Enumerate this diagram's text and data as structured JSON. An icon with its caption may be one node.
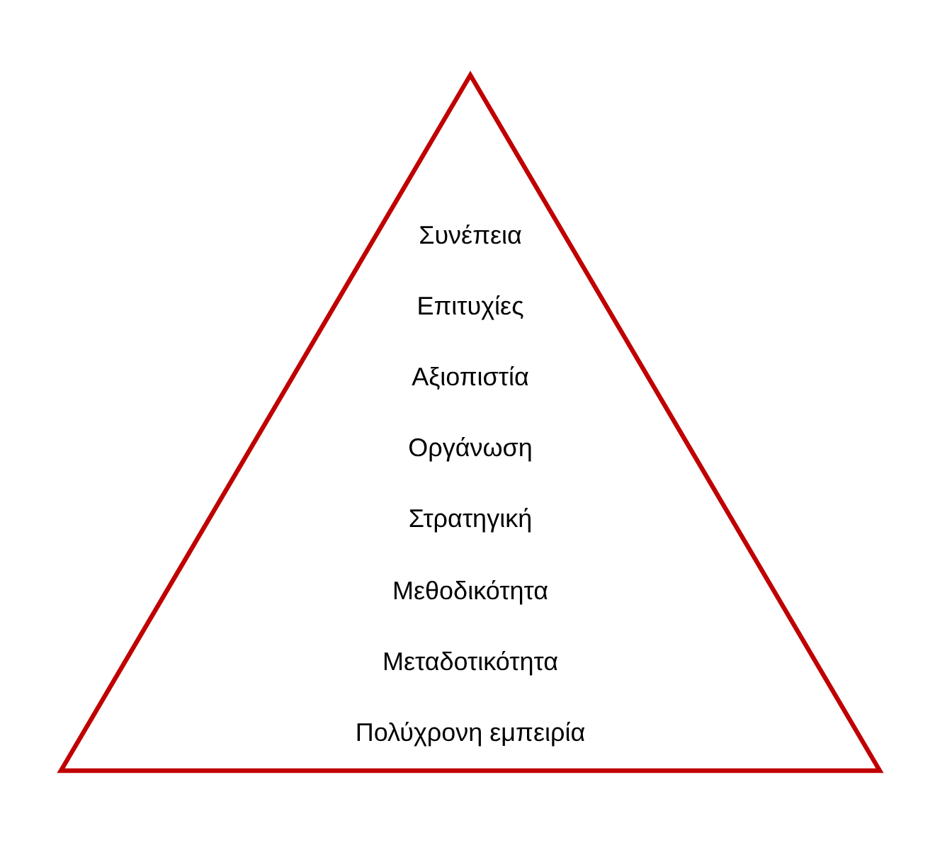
{
  "diagram": {
    "nodes": [
      {
        "text": [
          "Συνέπεια",
          "Επιτυχίες",
          "Αξιοπιστία",
          "Οργάνωση",
          "Στρατηγική",
          "Μεθοδικότητα",
          "Μεταδοτικότητα",
          "Πολύχρονη εμπειρία"
        ]
      }
    ]
  }
}
